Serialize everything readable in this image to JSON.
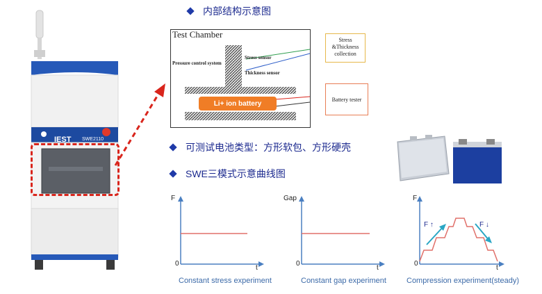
{
  "headings": {
    "internal": "内部结构示意图",
    "types": "可测试电池类型：方形软包、方形硬壳",
    "curves": "SWE三模式示意曲线图"
  },
  "machine": {
    "brand": "IEST",
    "model": "SWE2110"
  },
  "schematic": {
    "title": "Test Chamber",
    "pressure": "Pressure control system",
    "stress_sensor": "Stress sensor",
    "thickness_sensor": "Thickness sensor",
    "battery": "Li+ ion battery",
    "collection": [
      "Stress",
      "&Thickness",
      "collection"
    ],
    "tester": "Battery tester"
  },
  "graphs": [
    {
      "ylabel": "F",
      "xlabel": "t",
      "origin": "0",
      "caption": "Constant stress experiment"
    },
    {
      "ylabel": "Gap",
      "xlabel": "t",
      "origin": "0",
      "caption": "Constant gap experiment"
    },
    {
      "ylabel": "F",
      "xlabel": "t",
      "origin": "0",
      "caption": "Compression experiment(steady)",
      "up": "F ↑",
      "down": "F ↓"
    }
  ],
  "colors": {
    "accent": "#1c2a8f",
    "battery": "#f07d26",
    "highlight_dash": "#d9251c",
    "curve": "#e0706a",
    "axis": "#4a7fc1"
  }
}
